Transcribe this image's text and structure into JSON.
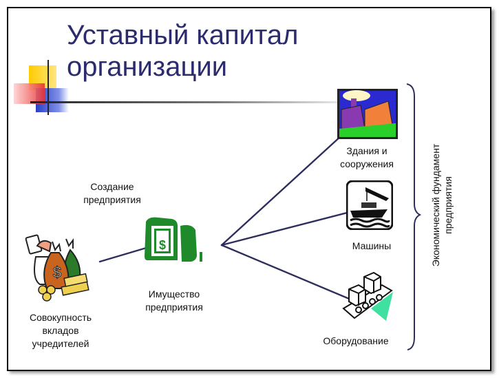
{
  "slide": {
    "title_line1": "Уставный капитал",
    "title_line2": "организации",
    "colors": {
      "title": "#2b2b6e",
      "connector_lines": "#2e2e5e",
      "deco_yellow": "#ffcc00",
      "deco_red": "#e83030",
      "deco_blue": "#2a3fc8"
    }
  },
  "nodes": {
    "founders": {
      "label_line1": "Совокупность",
      "label_line2": "вкладов",
      "label_line3": "учредителей",
      "icon": "money-bags-icon"
    },
    "creation": {
      "label_line1": "Создание",
      "label_line2": "предприятия"
    },
    "property": {
      "label_line1": "Имущество",
      "label_line2": "предприятия",
      "icon": "safe-icon"
    },
    "buildings": {
      "label_line1": "Здания и",
      "label_line2": "сооружения",
      "icon": "factory-icon"
    },
    "machines": {
      "label": "Машины",
      "icon": "crane-ship-icon"
    },
    "equipment": {
      "label": "Оборудование",
      "icon": "conveyor-icon"
    }
  },
  "brace_label": {
    "line1": "Экономический фундамент",
    "line2": "предприятия"
  }
}
